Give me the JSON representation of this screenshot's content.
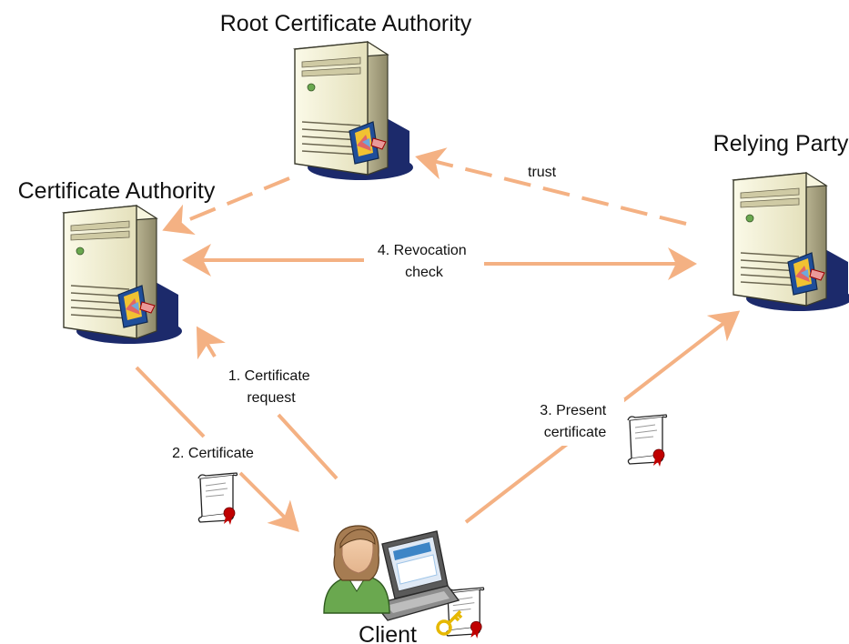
{
  "colors": {
    "arrow": "#f4b183",
    "server_body": "#f3f0d6",
    "server_shadow": "#1c2a6b",
    "cert_seal": "#c00000"
  },
  "nodes": {
    "root_ca": {
      "title": "Root Certificate Authority",
      "icon": "server-icon"
    },
    "ca": {
      "title": "Certificate Authority",
      "icon": "server-icon"
    },
    "relying_party": {
      "title": "Relying Party",
      "icon": "server-icon"
    },
    "client": {
      "title": "Client",
      "icon": "user-with-laptop-icon"
    }
  },
  "edges": {
    "trust": {
      "label": "trust",
      "style": "dashed"
    },
    "root_to_ca": {
      "label": "",
      "style": "dashed"
    },
    "revocation": {
      "line1": "4. Revocation",
      "line2": "check",
      "style": "solid-bidirectional"
    },
    "cert_request": {
      "line1": "1. Certificate",
      "line2": "request",
      "style": "solid"
    },
    "certificate": {
      "label": "2. Certificate",
      "style": "solid"
    },
    "present": {
      "line1": "3. Present",
      "line2": "certificate",
      "style": "solid"
    }
  }
}
